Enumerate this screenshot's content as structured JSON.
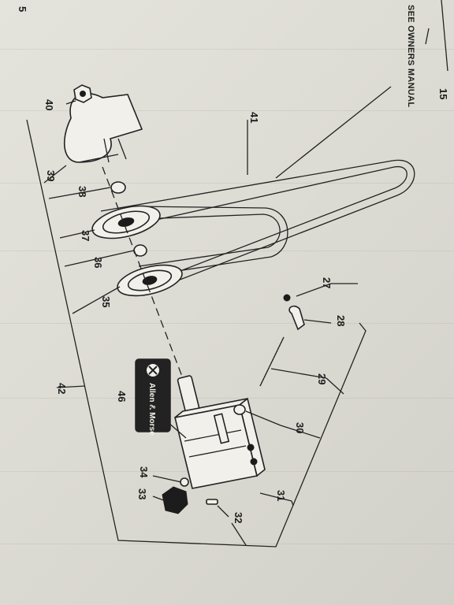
{
  "header": {
    "corner_number": "5",
    "page_number": "15",
    "note": "SEE OWNERS MANUAL"
  },
  "callouts": {
    "c27": "27",
    "c28": "28",
    "c29": "29",
    "c30": "30",
    "c31": "31",
    "c32": "32",
    "c33": "33",
    "c34": "34",
    "c35": "35",
    "c36": "36",
    "c37": "37",
    "c38": "38",
    "c39": "39",
    "c40": "40",
    "c41": "41",
    "c42": "42",
    "c46": "46"
  },
  "decal": {
    "brand": "Allen & Morse"
  }
}
